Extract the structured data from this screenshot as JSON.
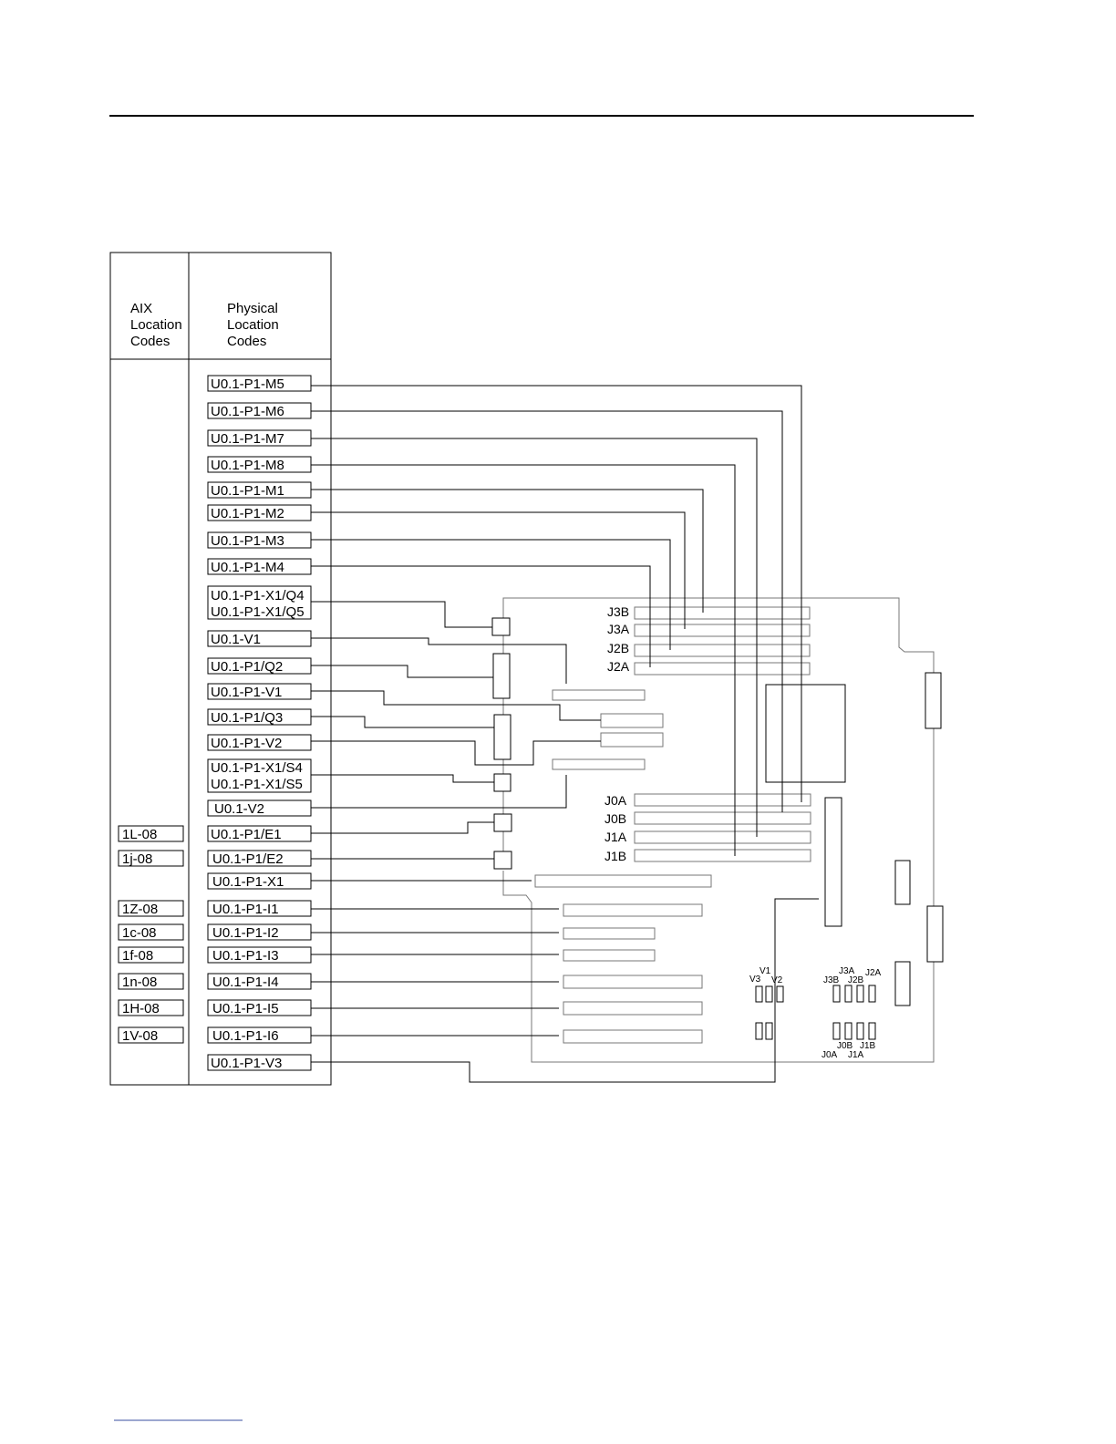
{
  "header": {
    "aix_col": [
      "AIX",
      "Location",
      "Codes"
    ],
    "phys_col": [
      "Physical",
      "Location",
      "Codes"
    ]
  },
  "physical_codes": [
    "U0.1-P1-M5",
    "U0.1-P1-M6",
    "U0.1-P1-M7",
    "U0.1-P1-M8",
    "U0.1-P1-M1",
    "U0.1-P1-M2",
    "U0.1-P1-M3",
    "U0.1-P1-M4",
    "U0.1-P1-X1/Q4",
    "U0.1-P1-X1/Q5",
    "U0.1-V1",
    "U0.1-P1/Q2",
    "U0.1-P1-V1",
    "U0.1-P1/Q3",
    "U0.1-P1-V2",
    "U0.1-P1-X1/S4",
    "U0.1-P1-X1/S5",
    "U0.1-V2",
    "U0.1-P1/E1",
    "U0.1-P1/E2",
    "U0.1-P1-X1",
    "U0.1-P1-I1",
    "U0.1-P1-I2",
    "U0.1-P1-I3",
    "U0.1-P1-I4",
    "U0.1-P1-I5",
    "U0.1-P1-I6",
    "U0.1-P1-V3"
  ],
  "aix_codes": [
    "1L-08",
    "1j-08",
    "1Z-08",
    "1c-08",
    "1f-08",
    "1n-08",
    "1H-08",
    "1V-08"
  ],
  "dimm_labels": [
    "J3B",
    "J3A",
    "J2B",
    "J2A",
    "J0A",
    "J0B",
    "J1A",
    "J1B"
  ],
  "connector_labels": [
    "V1",
    "V3",
    "V2",
    "J3A",
    "J2A",
    "J3B",
    "J2B",
    "J0B",
    "J1B",
    "J0A",
    "J1A"
  ]
}
